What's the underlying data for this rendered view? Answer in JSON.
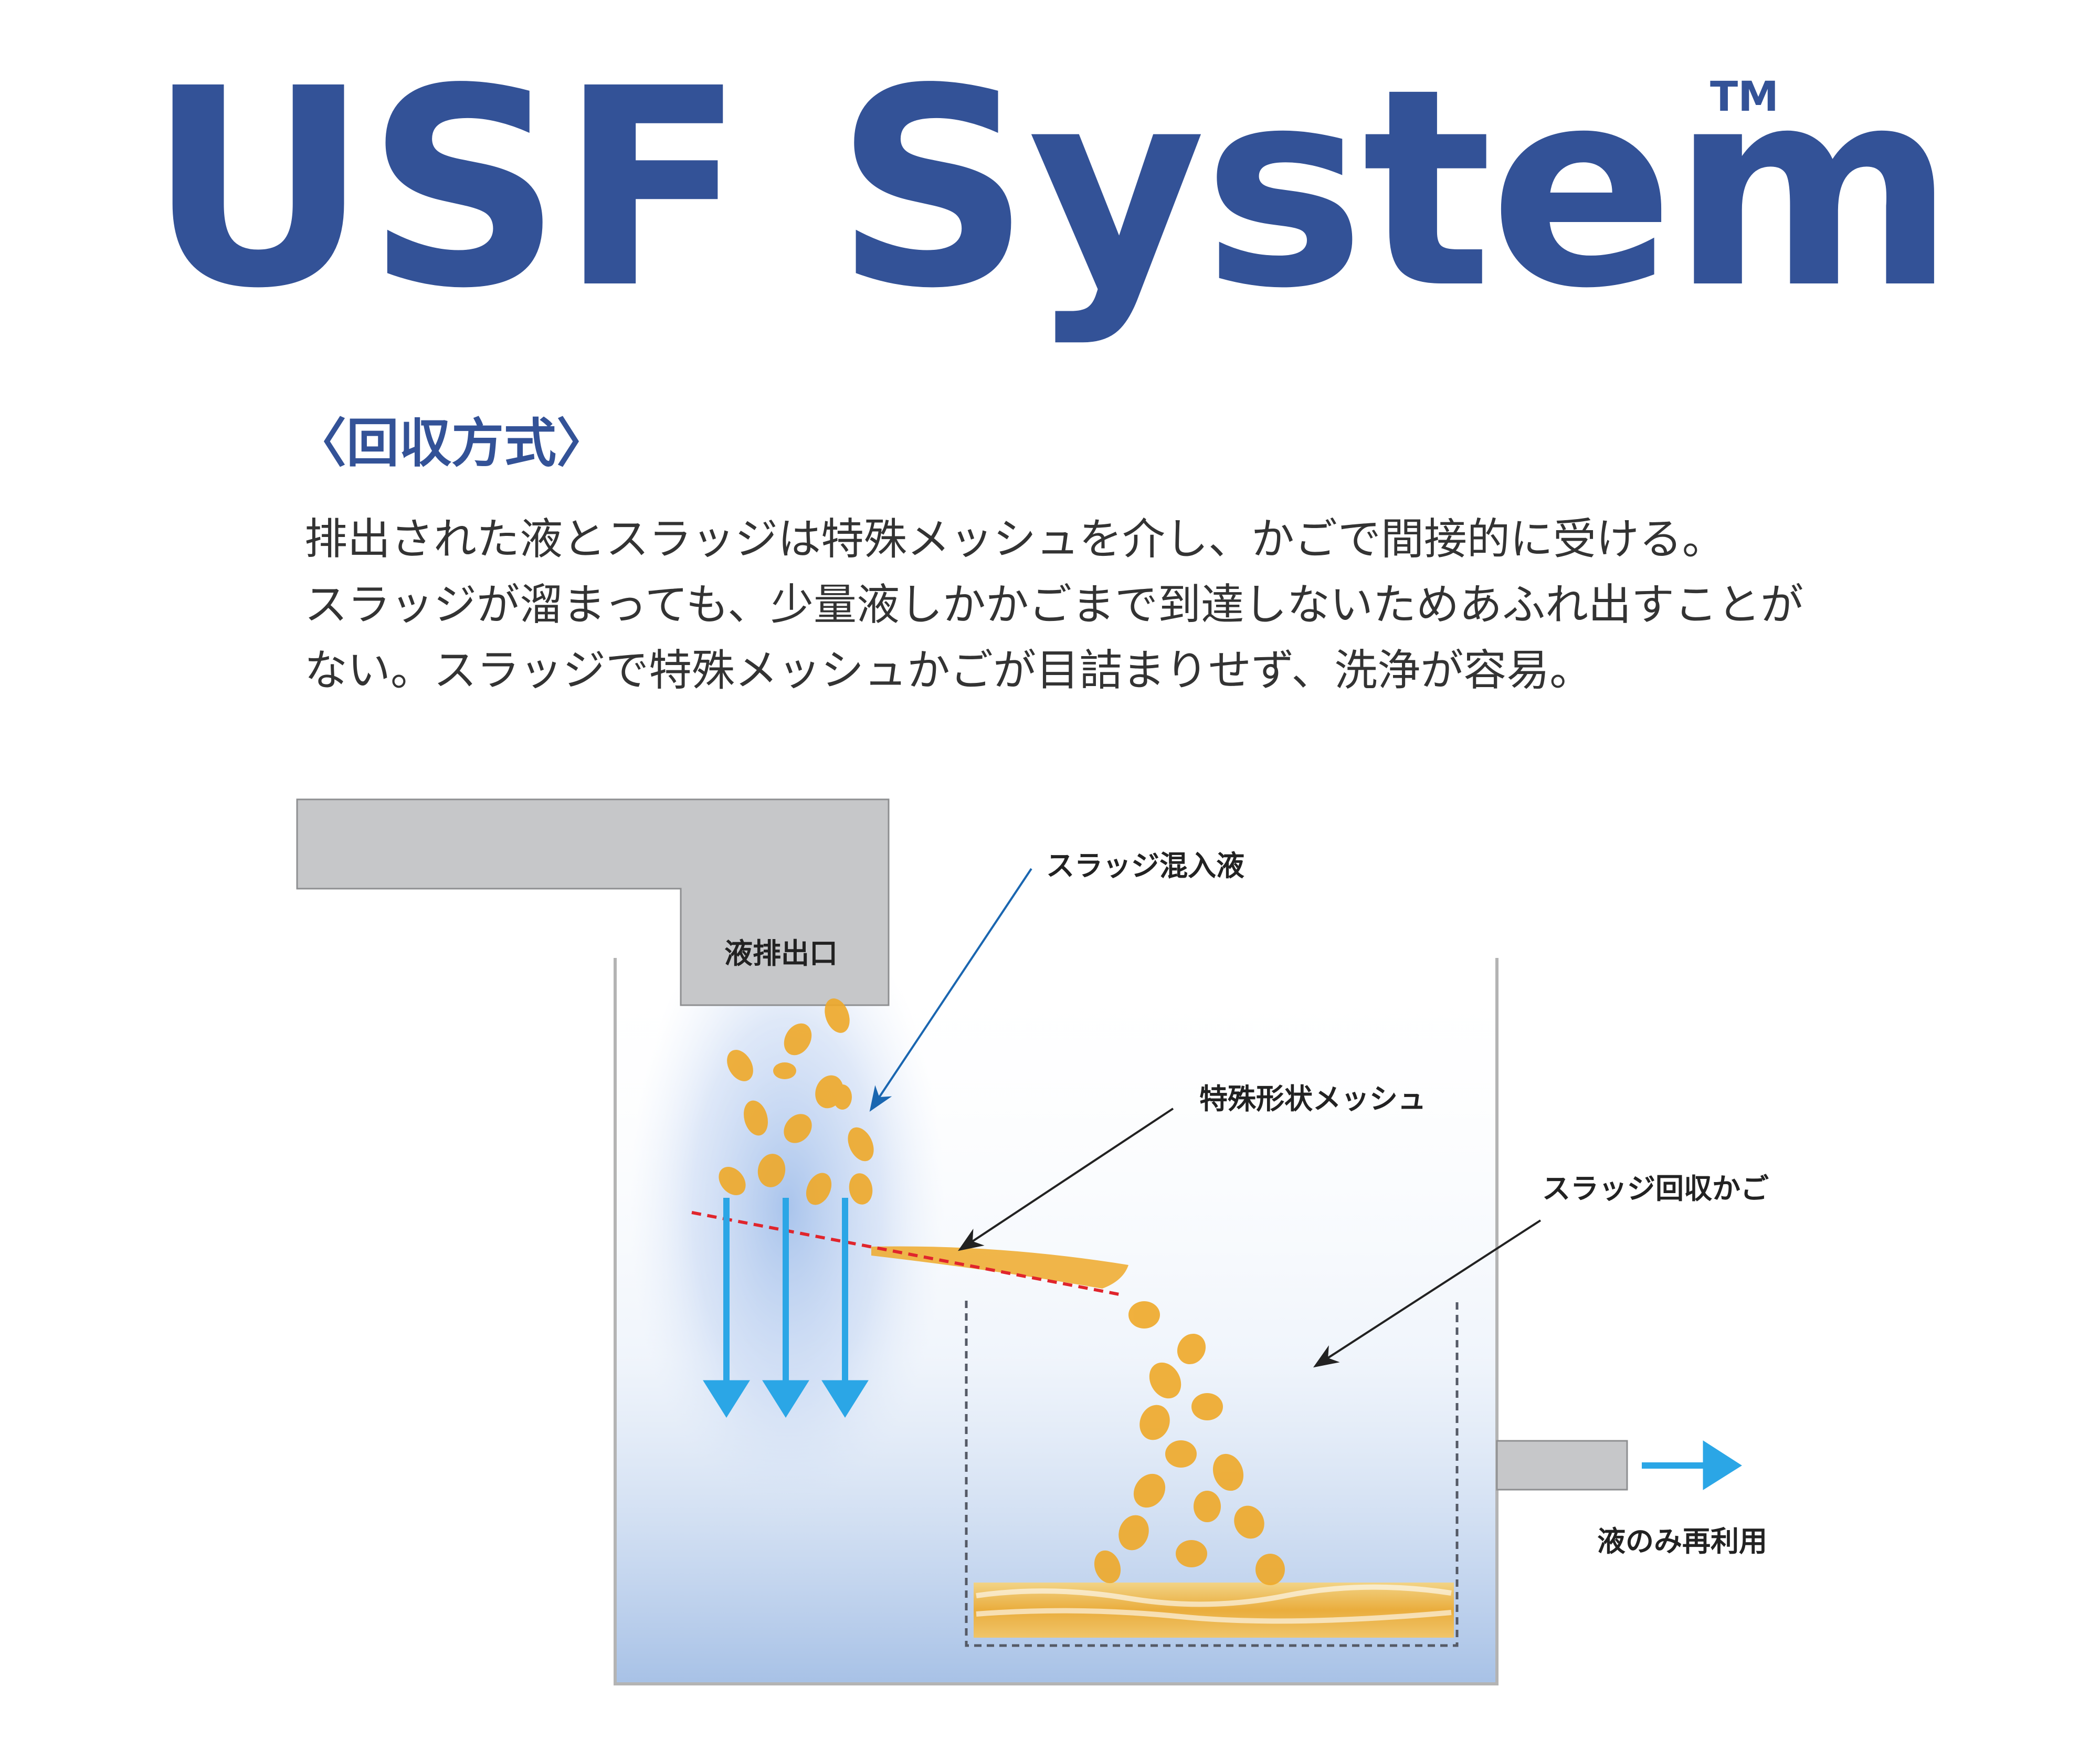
{
  "header": {
    "title": "USF System",
    "trademark": "TM"
  },
  "section": {
    "heading": "〈回収方式〉",
    "description_lines": [
      "排出された液とスラッジは特殊メッシュを介し、かごで間接的に受ける。",
      "スラッジが溜まっても、少量液しかかごまで到達しないためあふれ出すことが",
      "ない。スラッジで特殊メッシュかごが目詰まりせず、洗浄が容易。"
    ]
  },
  "diagram": {
    "labels": {
      "outlet": "液排出口",
      "sludge_liquid": "スラッジ混入液",
      "mesh": "特殊形状メッシュ",
      "basket": "スラッジ回収かご",
      "reuse": "液のみ再利用"
    },
    "colors": {
      "brand_blue": "#335297",
      "arrow_blue": "#2ba6e6",
      "duct_gray": "#c6c7c9",
      "tank_outline": "#b4b4b4",
      "mesh_red": "#e0252c",
      "sludge_orange": "#efa929",
      "leader_blue": "#1a66b0",
      "leader_black": "#222222"
    },
    "icons": [
      "down-arrow-icon",
      "right-arrow-icon"
    ]
  }
}
